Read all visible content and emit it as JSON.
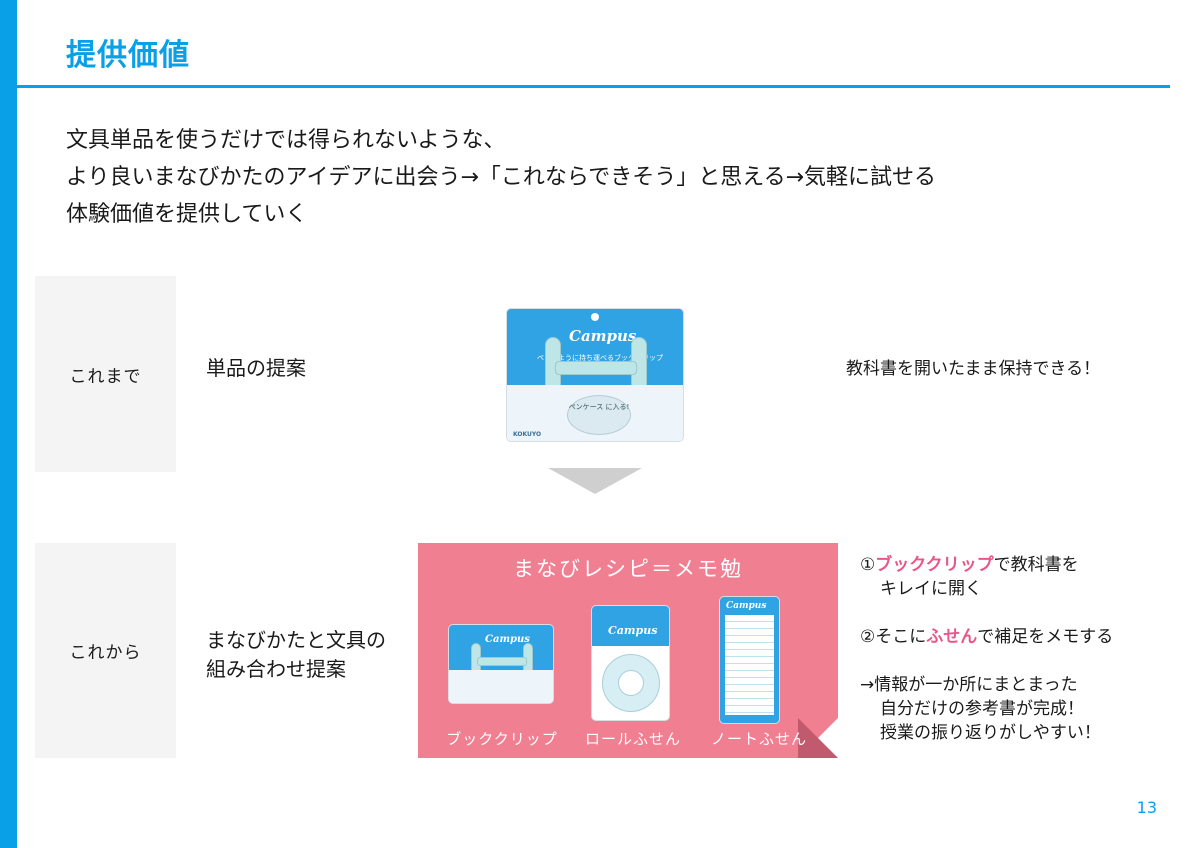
{
  "slide": {
    "title": "提供価値",
    "page_number": "13",
    "accent_color": "#0aa0e8",
    "lead": [
      "文具単品を使うだけでは得られないような、",
      "より良いまなびかたのアイデアに出会う→「これならできそう」と思える→気軽に試せる",
      "体験価値を提供していく"
    ]
  },
  "before": {
    "label": "これまで",
    "heading": "単品の提案",
    "note": "教科書を開いたまま保持できる！",
    "product": {
      "brand": "Campus",
      "tagline": "ペンのように持ち運べるブックブリップ",
      "badge": "ペンケース に入る!",
      "maker": "KOKUYO"
    }
  },
  "after": {
    "label": "これから",
    "heading_lines": [
      "まなびかたと文具の",
      "組み合わせ提案"
    ],
    "panel_title": "まなびレシピ＝メモ勉",
    "panel_color": "#f07f92",
    "items": [
      {
        "label": "ブッククリップ",
        "brand": "Campus"
      },
      {
        "label": "ロールふせん",
        "brand": "Campus"
      },
      {
        "label": "ノートふせん",
        "brand": "Campus"
      }
    ],
    "notes": {
      "n1_prefix": "①",
      "n1_highlight": "ブッククリップ",
      "n1_suffix": "で教科書を",
      "n1_line2": "キレイに開く",
      "n2_prefix": "②そこに",
      "n2_highlight": "ふせん",
      "n2_suffix": "で補足をメモする",
      "n3_line1": "→情報が一か所にまとまった",
      "n3_line2": "自分だけの参考書が完成！",
      "n3_line3": "授業の振り返りがしやすい！"
    },
    "highlight_color": "#e8578a"
  }
}
